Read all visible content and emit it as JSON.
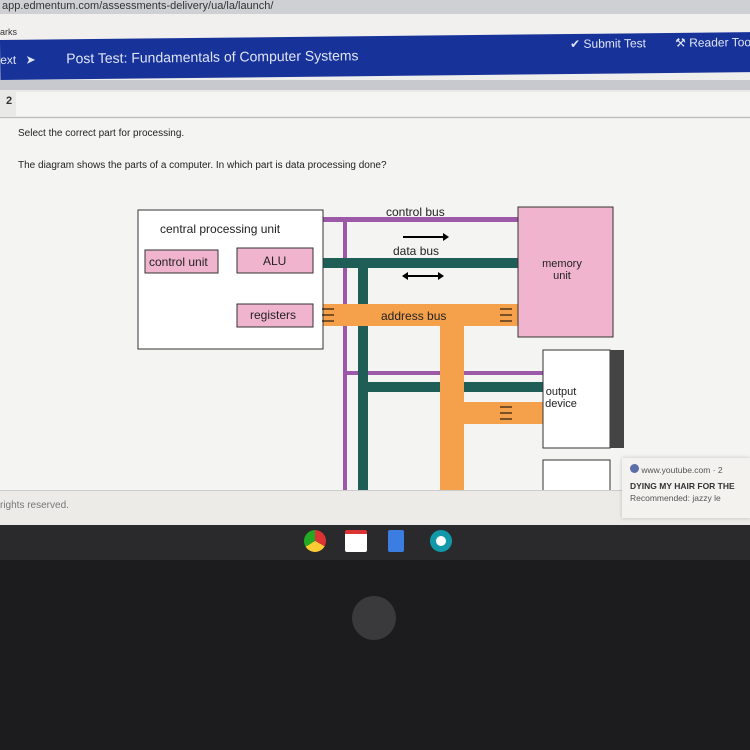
{
  "browser": {
    "url": "app.edmentum.com/assessments-delivery/ua/la/launch/",
    "bookmarks": "arks"
  },
  "header": {
    "next": "ext",
    "title": "Post Test: Fundamentals of Computer Systems",
    "submit": "Submit Test",
    "reader": "Reader Too"
  },
  "question": {
    "number": "2",
    "instruction": "Select the correct part for processing.",
    "prompt": "The diagram shows the parts of a computer. In which part is data processing done?"
  },
  "diagram": {
    "cpu": "central processing unit",
    "control_unit": "control unit",
    "alu": "ALU",
    "registers": "registers",
    "control_bus": "control bus",
    "data_bus": "data bus",
    "address_bus": "address bus",
    "memory": "memory unit",
    "output": "output device"
  },
  "footer": {
    "text": "rights reserved."
  },
  "notification": {
    "source": "www.youtube.com · 2",
    "title": "DYING MY HAIR FOR THE",
    "sub": "Recommended: jazzy le"
  },
  "colors": {
    "header": "#17339a",
    "control_bus": "#9b59a8",
    "data_bus": "#1f5e57",
    "address_bus": "#f5a04a",
    "memory": "#f0b4cf"
  }
}
